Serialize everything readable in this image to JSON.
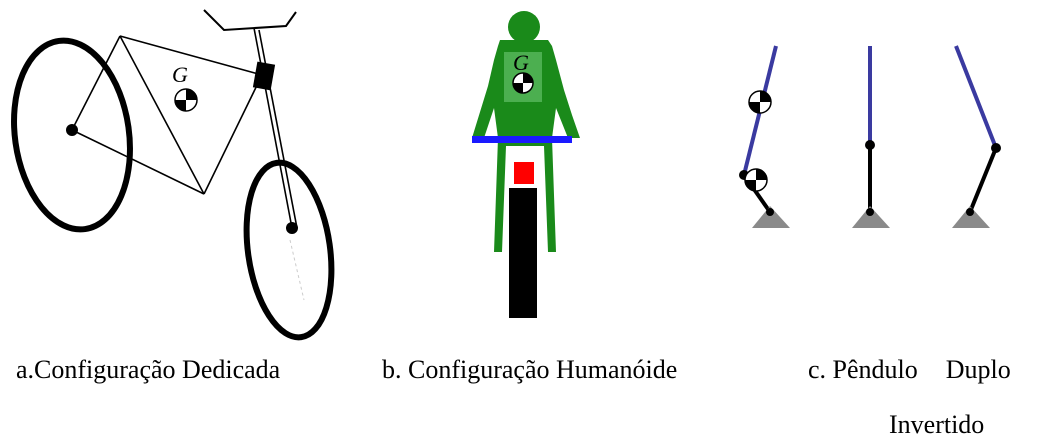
{
  "figures": {
    "a": {
      "caption": "a.Configuração Dedicada",
      "cg_label": "G"
    },
    "b": {
      "caption": "b. Configuração Humanóide",
      "cg_label": "G"
    },
    "c": {
      "caption_words": [
        "c. Pêndulo",
        "Duplo"
      ],
      "caption_line2": "Invertido"
    }
  },
  "colors": {
    "ink": "#000000",
    "body_green": "#1a8a1a",
    "body_green_light": "#4caf50",
    "handlebar_blue": "#1a1aff",
    "seat_red": "#ff0000",
    "pendulum_blue": "#3a3aa0",
    "pivot_gray": "#8a8a8a"
  }
}
